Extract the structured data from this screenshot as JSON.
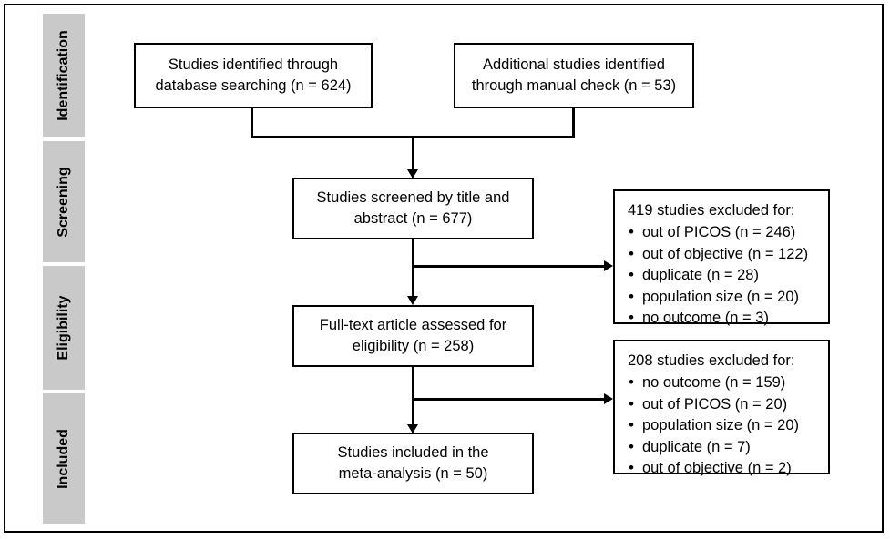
{
  "diagram": {
    "type": "prisma-flow-diagram",
    "colors": {
      "phase_bar": "#c9c9c9",
      "line": "#000000",
      "box_fill": "#ffffff",
      "frame": "#000000"
    },
    "phases": [
      {
        "id": "identification",
        "label": "Identification"
      },
      {
        "id": "screening",
        "label": "Screening"
      },
      {
        "id": "eligibility",
        "label": "Eligibility"
      },
      {
        "id": "included",
        "label": "Included"
      }
    ],
    "boxes": {
      "database_search": "Studies identified through\ndatabase searching (n = 624)",
      "manual_check": "Additional studies identified\nthrough manual check (n = 53)",
      "screened": "Studies screened by title and\nabstract (n = 677)",
      "full_text": "Full-text article assessed for\neligibility (n = 258)",
      "included": "Studies included in the\nmeta-analysis (n = 50)"
    },
    "exclusions": [
      {
        "id": "screening-exclusions",
        "title": "419 studies excluded for:",
        "items": [
          "out of PICOS (n = 246)",
          "out of objective (n = 122)",
          "duplicate (n = 28)",
          "population size (n = 20)",
          "no outcome (n = 3)"
        ]
      },
      {
        "id": "eligibility-exclusions",
        "title": "208 studies excluded for:",
        "items": [
          "no outcome (n = 159)",
          "out of PICOS (n = 20)",
          "population size (n = 20)",
          "duplicate (n = 7)",
          "out of objective (n = 2)"
        ]
      }
    ]
  }
}
